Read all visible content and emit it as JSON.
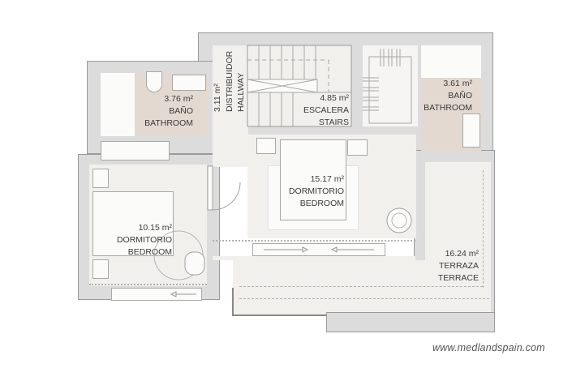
{
  "plan": {
    "rooms": [
      {
        "id": "bathroom-1",
        "area": "3.76 m²",
        "name_es": "BAÑO",
        "name_en": "BATHROOM"
      },
      {
        "id": "hallway",
        "area": "3.11 m²",
        "name_es": "DISTRIBUIDOR",
        "name_en": "HALLWAY"
      },
      {
        "id": "stairs",
        "area": "4.85 m²",
        "name_es": "ESCALERA",
        "name_en": "STAIRS"
      },
      {
        "id": "bathroom-2",
        "area": "3.61 m²",
        "name_es": "BAÑO",
        "name_en": "BATHROOM"
      },
      {
        "id": "bedroom-main",
        "area": "15.17 m²",
        "name_es": "DORMITORIO",
        "name_en": "BEDROOM"
      },
      {
        "id": "bedroom-2",
        "area": "10.15 m²",
        "name_es": "DORMITORIO",
        "name_en": "BEDROOM"
      },
      {
        "id": "terrace",
        "area": "16.24 m²",
        "name_es": "TERRAZA",
        "name_en": "TERRACE"
      }
    ],
    "colors": {
      "wall": "#dcdcdc",
      "wall_edge": "#9a9a9a",
      "floor": "#f1f0ed",
      "bathroom_tile": "#e3d9d1",
      "text": "#3a3a3a"
    }
  },
  "watermark": "www.medlandspain.com"
}
